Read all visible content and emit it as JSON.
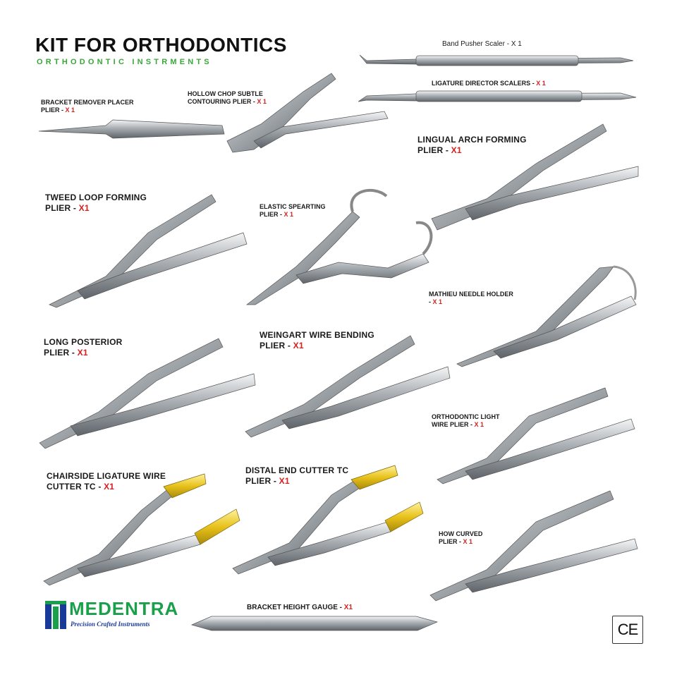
{
  "header": {
    "title": "KIT FOR ORTHODONTICS",
    "subtitle": "ORTHODONTIC INSTRMENTS"
  },
  "instruments": [
    {
      "line1": "Band Pusher Scaler",
      "line2": "",
      "qty": "X 1",
      "sep": " - "
    },
    {
      "line1": "LIGATURE DIRECTOR SCALERS",
      "line2": "",
      "qty": "X 1",
      "sep": " - "
    },
    {
      "line1": "BRACKET REMOVER PLACER",
      "line2": "PLIER",
      "qty": "X 1",
      "sep": " - "
    },
    {
      "line1": "HOLLOW CHOP SUBTLE",
      "line2": "CONTOURING PLIER",
      "qty": "X 1",
      "sep": " - "
    },
    {
      "line1": "LINGUAL ARCH FORMING",
      "line2": "PLIER",
      "qty": "X1",
      "sep": " - "
    },
    {
      "line1": "TWEED LOOP FORMING",
      "line2": "PLIER",
      "qty": "X1",
      "sep": " - "
    },
    {
      "line1": "ELASTIC SPEARTING",
      "line2": "PLIER",
      "qty": "X 1",
      "sep": " - "
    },
    {
      "line1": "MATHIEU NEEDLE HOLDER",
      "line2": "",
      "qty": "X 1",
      "sep": "- "
    },
    {
      "line1": "LONG POSTERIOR",
      "line2": "PLIER",
      "qty": "X1",
      "sep": " - "
    },
    {
      "line1": "WEINGART WIRE BENDING",
      "line2": "PLIER",
      "qty": "X1",
      "sep": " - "
    },
    {
      "line1": "ORTHODONTIC  LIGHT",
      "line2": "WIRE PLIER",
      "qty": "X 1",
      "sep": " - "
    },
    {
      "line1": "CHAIRSIDE LIGATURE WIRE",
      "line2": "CUTTER TC",
      "qty": "X1",
      "sep": " - "
    },
    {
      "line1": "DISTAL END CUTTER TC",
      "line2": "PLIER",
      "qty": "X1",
      "sep": " - "
    },
    {
      "line1": "HOW CURVED",
      "line2": "PLIER",
      "qty": "X 1",
      "sep": " - "
    },
    {
      "line1": "BRACKET HEIGHT GAUGE",
      "line2": "",
      "qty": "X1",
      "sep": " - "
    }
  ],
  "brand": {
    "name": "MEDENTRA",
    "tagline": "Precision Crafted Instruments"
  },
  "certification": "CE",
  "colors": {
    "title": "#111111",
    "subtitle": "#3aa63a",
    "quantity": "#d81e1e",
    "brand": "#1aa04a",
    "tagline": "#1a3a9a",
    "steel": "#9aa0a6",
    "tungsten_carbide_grip": "#e8c21a"
  }
}
